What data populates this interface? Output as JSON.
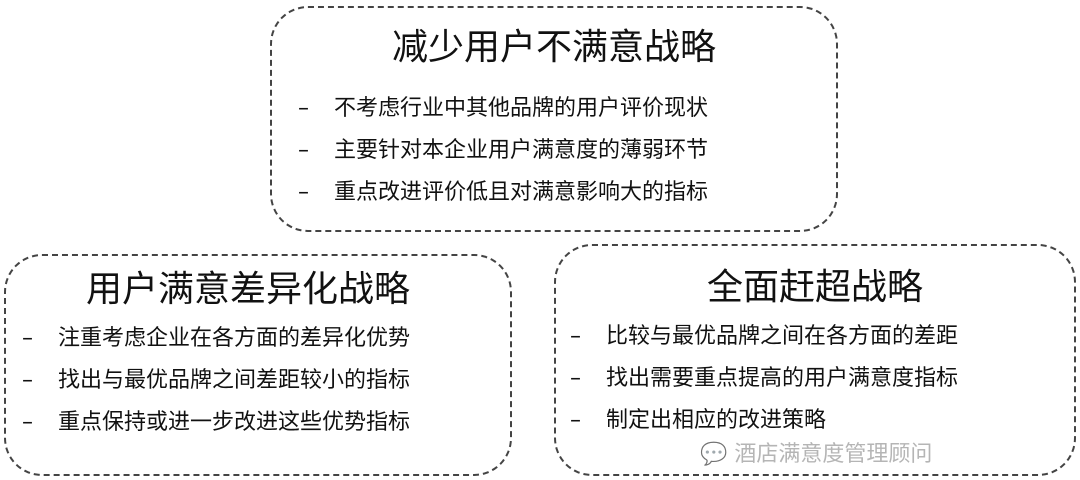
{
  "boxes": [
    {
      "title": "减少用户不满意战略",
      "items": [
        "不考虑行业中其他品牌的用户评价现状",
        "主要针对本企业用户满意度的薄弱环节",
        "重点改进评价低且对满意影响大的指标"
      ]
    },
    {
      "title": "用户满意差异化战略",
      "items": [
        "注重考虑企业在各方面的差异化优势",
        "找出与最优品牌之间差距较小的指标",
        "重点保持或进一步改进这些优势指标"
      ]
    },
    {
      "title": "全面赶超战略",
      "items": [
        "比较与最优品牌之间在各方面的差距",
        "找出需要重点提高的用户满意度指标",
        "制定出相应的改进策略"
      ]
    }
  ],
  "bullet": "–",
  "watermark": "酒店满意度管理顾问"
}
